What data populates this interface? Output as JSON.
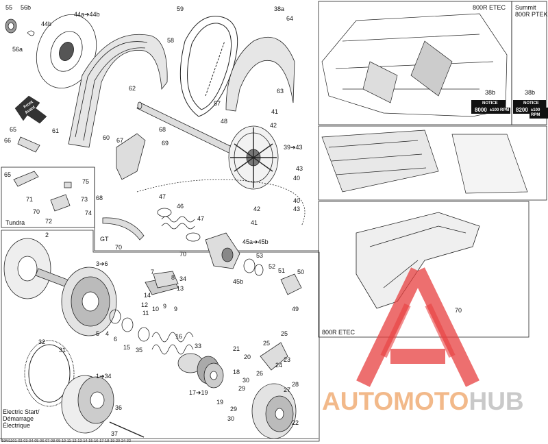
{
  "labels": {
    "l55": "55",
    "l56b": "56b",
    "l56a": "56a",
    "l44b": "44b",
    "l44a": "44a",
    "l44a_arrow": "44a➔44b",
    "l59": "59",
    "l38a": "38a",
    "l64": "64",
    "l58": "58",
    "l62": "62",
    "l63": "63",
    "l57": "57",
    "l41a": "41",
    "l42a": "42",
    "l48": "48",
    "l39": "39➔43",
    "l43a": "43",
    "l40a": "40",
    "l40b": "40",
    "l43b": "43",
    "l42b": "42",
    "l41b": "41",
    "l65a": "65",
    "l66": "66",
    "l61": "61",
    "l60": "60",
    "l67": "67",
    "l68a": "68",
    "l69": "69",
    "l68b": "68",
    "l65b": "65",
    "l75": "75",
    "l71": "71",
    "l73": "73",
    "l70a": "70",
    "l72": "72",
    "l74": "74",
    "l47a": "47",
    "l46": "46",
    "l47b": "47",
    "l70b": "70",
    "l70c": "70",
    "l45": "45a➔45b",
    "l45b": "45b",
    "l53": "53",
    "l52": "52",
    "l51": "51",
    "l50": "50",
    "l49": "49",
    "l2": "2",
    "l3": "3➔6",
    "l7": "7",
    "l8": "8",
    "l34a": "34",
    "l13": "13",
    "l14": "14",
    "l12": "12",
    "l11": "11",
    "l10": "10",
    "l9a": "9",
    "l9b": "9",
    "l5": "5",
    "l4": "4",
    "l6": "6",
    "l15": "15",
    "l35": "35",
    "l16": "16",
    "l33": "33",
    "l32": "32",
    "l31": "31",
    "l1": "1➔34",
    "l21": "21",
    "l20": "20",
    "l18": "18",
    "l17": "17➔19",
    "l19": "19",
    "l25a": "25",
    "l25b": "25",
    "l23": "23",
    "l24": "24",
    "l26": "26",
    "l28": "28",
    "l30a": "30",
    "l29a": "29",
    "l27": "27",
    "l29b": "29",
    "l30b": "30",
    "l22": "22",
    "l36": "36",
    "l37": "37",
    "l38b1": "38b",
    "l38b2": "38b",
    "l70d": "70"
  },
  "boxes": {
    "tundra": "Tundra",
    "gt": "GT",
    "v800r_etec": "800R ETEC",
    "summit": "Summit",
    "v800r_ptek": "800R PTEK",
    "lower_800r": "800R ETEC",
    "electric_start": "Electric Start/",
    "demarrage": "Démarrage",
    "electrique": "Électrique"
  },
  "arrows": {
    "front1": "Front",
    "front2": "Avant"
  },
  "notices": {
    "n1_title": "NOTICE",
    "n1_value": "8000",
    "n1_unit": "±100 RPM",
    "n2_title": "NOTICE",
    "n2_value": "8200",
    "n2_unit": "±100 RPM"
  },
  "footer": "19M1101-02-03-04-05-06-07-08-09-10-11-12-13-14-15-16-17-18-19-20-24-32",
  "watermark": {
    "part1": "AUTOMOTO",
    "part2": "HUB"
  },
  "colors": {
    "watermark_red": "#e8403f",
    "watermark_orange": "#f3b27e",
    "watermark_gray": "#cfcfcf"
  }
}
